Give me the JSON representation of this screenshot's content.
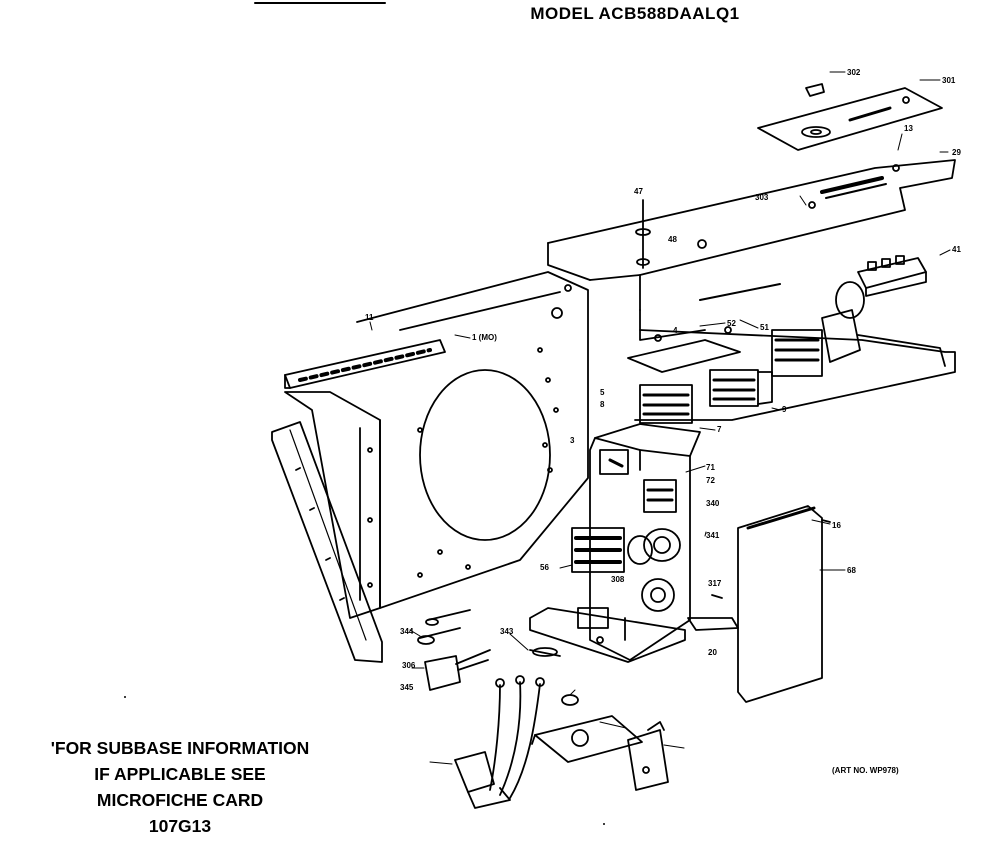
{
  "header": {
    "model_title": "MODEL ACB588DAALQ1"
  },
  "note": {
    "lines": [
      "'FOR SUBBASE INFORMATION",
      "IF APPLICABLE SEE",
      "MICROFICHE CARD",
      "107G13"
    ]
  },
  "art_number": "(ART NO. WP978)",
  "callouts": [
    {
      "id": "c1",
      "text": "1 (MO)"
    },
    {
      "id": "c2",
      "text": "11"
    },
    {
      "id": "c3",
      "text": "13"
    },
    {
      "id": "c4",
      "text": "29"
    },
    {
      "id": "c5",
      "text": "301"
    },
    {
      "id": "c6",
      "text": "302"
    },
    {
      "id": "c7",
      "text": "303"
    },
    {
      "id": "c8",
      "text": "41"
    },
    {
      "id": "c9",
      "text": "47"
    },
    {
      "id": "c10",
      "text": "48"
    },
    {
      "id": "c11",
      "text": "51"
    },
    {
      "id": "c12",
      "text": "52"
    },
    {
      "id": "c13",
      "text": "4"
    },
    {
      "id": "c14",
      "text": "5"
    },
    {
      "id": "c15",
      "text": "8"
    },
    {
      "id": "c16",
      "text": "9"
    },
    {
      "id": "c17",
      "text": "7"
    },
    {
      "id": "c18",
      "text": "3"
    },
    {
      "id": "c19",
      "text": "71"
    },
    {
      "id": "c20",
      "text": "72"
    },
    {
      "id": "c21",
      "text": "340"
    },
    {
      "id": "c22",
      "text": "341"
    },
    {
      "id": "c23",
      "text": "16"
    },
    {
      "id": "c24",
      "text": "68"
    },
    {
      "id": "c25",
      "text": "56"
    },
    {
      "id": "c26",
      "text": "308"
    },
    {
      "id": "c27",
      "text": "317"
    },
    {
      "id": "c28",
      "text": "20"
    },
    {
      "id": "c29",
      "text": "343"
    },
    {
      "id": "c30",
      "text": "344"
    },
    {
      "id": "c31",
      "text": "306"
    },
    {
      "id": "c32",
      "text": "345"
    }
  ]
}
